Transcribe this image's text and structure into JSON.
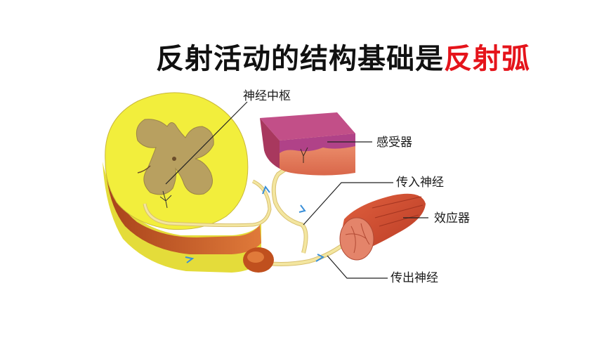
{
  "title": {
    "main": "反射活动的结构基础是",
    "highlight": "反射弧"
  },
  "labels": {
    "center": "神经中枢",
    "receptor": "感受器",
    "afferent": "传入神经",
    "effector": "效应器",
    "efferent": "传出神经"
  },
  "colors": {
    "highlight": "#e5141b",
    "gray_matter": "#b8a060",
    "white_matter": "#f2ee3c",
    "nerve": "#f3e6a0",
    "muscle": "#d4543a",
    "skin_top": "#b0407a",
    "skin_body": "#e88a6a",
    "arrow": "#3a8fd8"
  }
}
